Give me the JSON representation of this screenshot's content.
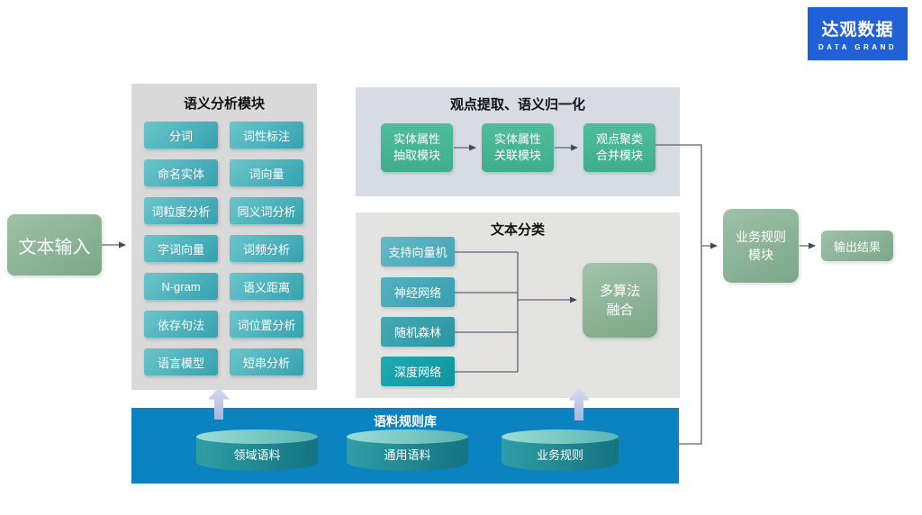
{
  "logo": {
    "title": "达观数据",
    "subtitle": "DATA GRAND"
  },
  "flow": {
    "input_label": "文本输入",
    "output_label": "输出结果",
    "rule_module": {
      "line1": "业务规则",
      "line2": "模块"
    }
  },
  "semantic_module": {
    "title": "语义分析模块",
    "items": [
      "分词",
      "词性标注",
      "命名实体",
      "词向量",
      "词粒度分析",
      "同义词分析",
      "字词向量",
      "词频分析",
      "N-gram",
      "语义距离",
      "依存句法",
      "词位置分析",
      "语言模型",
      "短串分析"
    ]
  },
  "opinion_module": {
    "title": "观点提取、语义归一化",
    "steps": [
      {
        "line1": "实体属性",
        "line2": "抽取模块"
      },
      {
        "line1": "实体属性",
        "line2": "关联模块"
      },
      {
        "line1": "观点聚类",
        "line2": "合并模块"
      }
    ]
  },
  "classification_module": {
    "title": "文本分类",
    "algorithms": [
      "支持向量机",
      "神经网络",
      "随机森林",
      "深度网络"
    ],
    "fusion": {
      "line1": "多算法",
      "line2": "融合"
    }
  },
  "corpus_base": {
    "title": "语料规则库",
    "cylinders": [
      "领域语料",
      "通用语料",
      "业务规则"
    ]
  },
  "colors": {
    "brand_blue": "#2161d8",
    "bar_blue": "#0b83c1",
    "teal_box": "#3aa4b1",
    "green_box": "#46b493",
    "sage_box": "#84ac90",
    "panel_gray": "#d9d9d9",
    "panel_blue_gray": "#d6dbe4",
    "arrow_lavender": "#b7bfe7",
    "connector_line": "#4e5a6a"
  }
}
